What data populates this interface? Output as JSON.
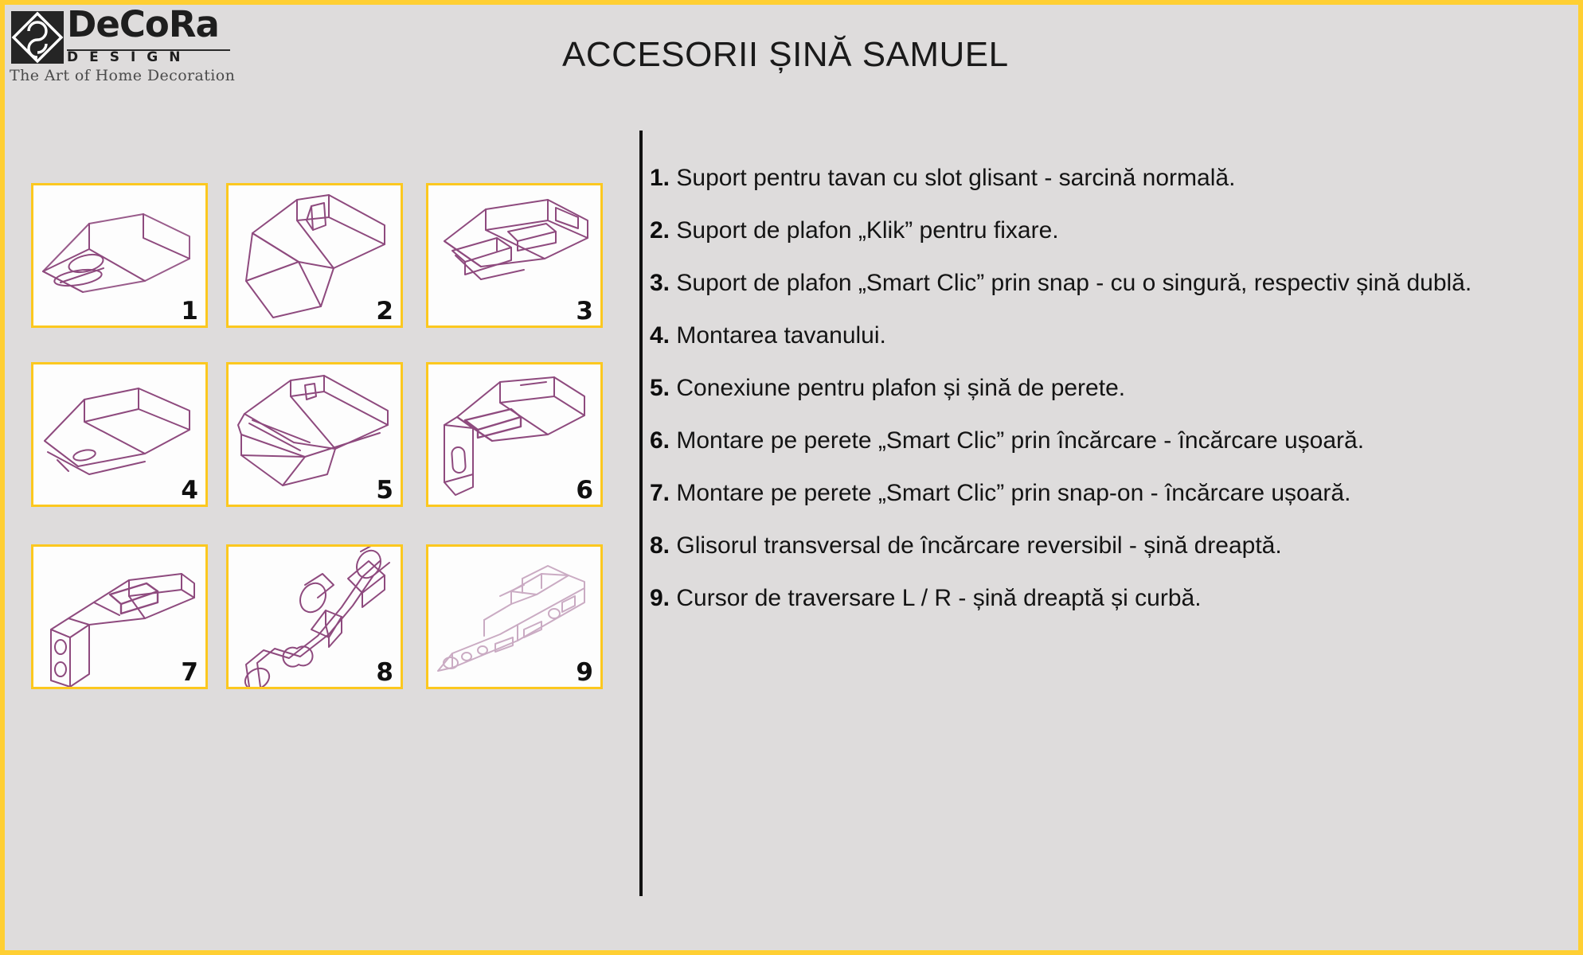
{
  "brand": {
    "logo_icon": "decora-interlock-diamond-logo",
    "word": "DeCoRa",
    "sub": "DESIGN",
    "tagline": "The Art of Home Decoration"
  },
  "header": {
    "title": "ACCESORII ȘINĂ SAMUEL"
  },
  "colors": {
    "page_background": "#dedcdc",
    "outer_border": "#ffcf33",
    "cell_border": "#fcc81f",
    "cell_background": "#fdfdfd",
    "drawing_line": "#8e4a7e",
    "divider": "#111111",
    "text": "#141414"
  },
  "gallery": {
    "cells": [
      {
        "number": "1",
        "drawing": "ceiling-bracket-sliding-slot-drawing",
        "faded": false
      },
      {
        "number": "2",
        "drawing": "klik-ceiling-bracket-drawing",
        "faded": false
      },
      {
        "number": "3",
        "drawing": "smart-clic-snap-ceiling-bracket-drawing",
        "faded": false
      },
      {
        "number": "4",
        "drawing": "ceiling-mount-plate-drawing",
        "faded": false
      },
      {
        "number": "5",
        "drawing": "ceiling-wall-rail-connector-drawing",
        "faded": false
      },
      {
        "number": "6",
        "drawing": "wall-mount-smart-clic-load-drawing",
        "faded": false
      },
      {
        "number": "7",
        "drawing": "wall-mount-smart-clic-snap-on-drawing",
        "faded": false
      },
      {
        "number": "8",
        "drawing": "reversible-crossover-load-glider-drawing",
        "faded": false
      },
      {
        "number": "9",
        "drawing": "traverse-cursor-lr-drawing",
        "faded": true
      }
    ]
  },
  "legend": {
    "items": [
      {
        "num": "1.",
        "text": "Suport pentru tavan cu slot glisant - sarcină normală."
      },
      {
        "num": "2.",
        "text": "Suport de plafon „Klik” pentru fixare."
      },
      {
        "num": "3.",
        "text": "Suport de plafon „Smart Clic” prin snap - cu o singură, respectiv șină dublă."
      },
      {
        "num": "4.",
        "text": "Montarea tavanului."
      },
      {
        "num": "5.",
        "text": "Conexiune pentru plafon și șină de perete."
      },
      {
        "num": "6.",
        "text": "Montare pe perete „Smart Clic” prin încărcare - încărcare ușoară."
      },
      {
        "num": "7.",
        "text": "Montare pe perete „Smart Clic” prin snap-on - încărcare ușoară."
      },
      {
        "num": "8.",
        "text": "Glisorul transversal de încărcare reversibil - șină dreaptă."
      },
      {
        "num": "9.",
        "text": "Cursor de traversare L / R - șină dreaptă și curbă."
      }
    ]
  }
}
